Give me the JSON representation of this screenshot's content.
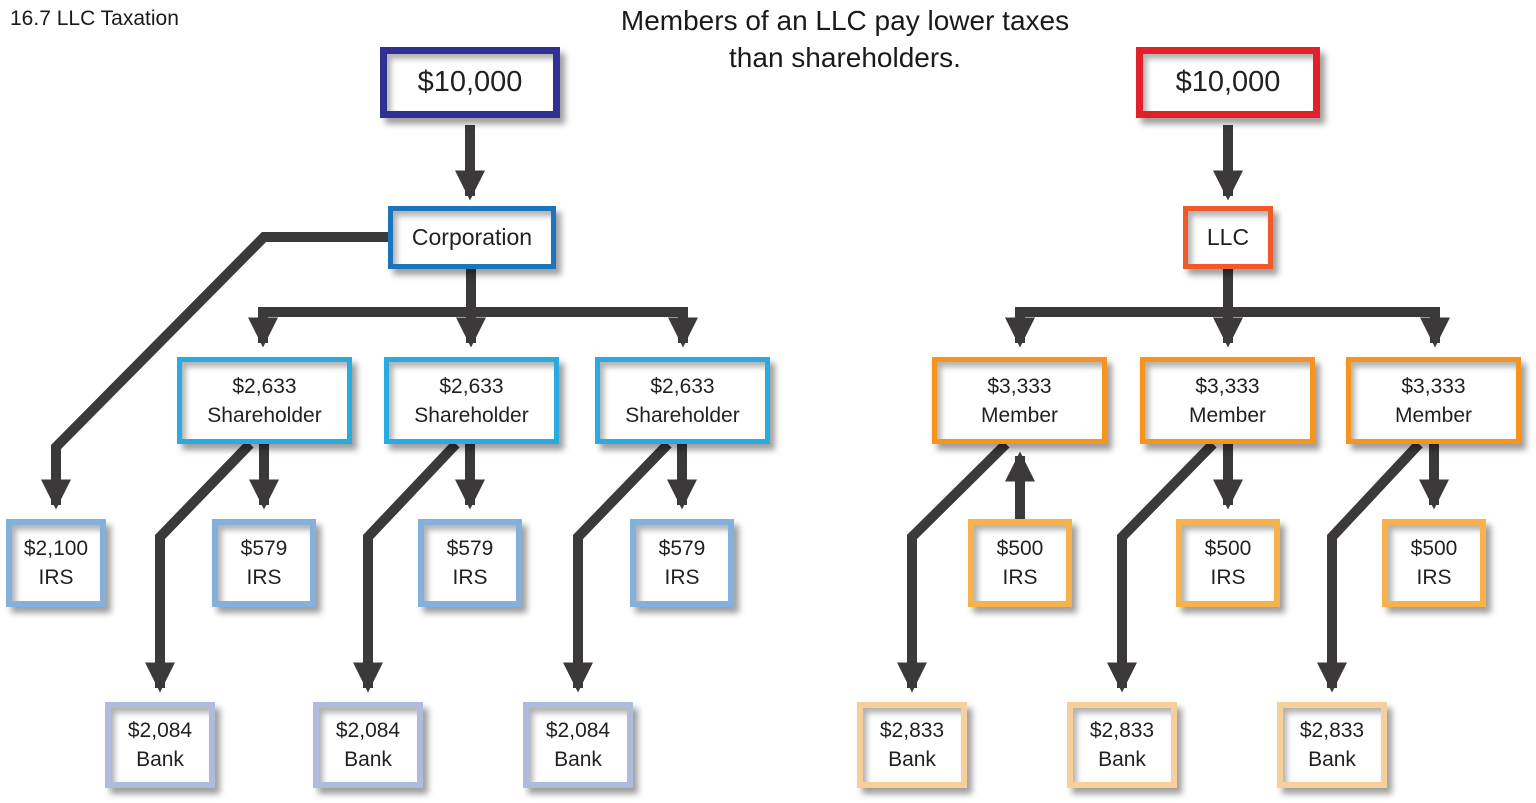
{
  "page": {
    "corner_label": "16.7 LLC Taxation",
    "heading": "Members of an LLC pay lower taxes than shareholders."
  },
  "colors": {
    "arrow": "#3b3939",
    "text": "#231f20",
    "navy": "#2e3192",
    "corp_blue": "#1b75bc",
    "shareholder_blue": "#29abe2",
    "irs_blue": "#82b1de",
    "bank_blue": "#aebbdc",
    "red": "#e1202a",
    "llc_orange": "#f05a2a",
    "member_orange": "#f7941e",
    "irs_amber": "#f8b24a",
    "bank_tan": "#f6cf9a"
  },
  "corporation_tree": {
    "source": {
      "value": "$10,000"
    },
    "entity": {
      "label": "Corporation"
    },
    "corporate_tax": {
      "value": "$2,100",
      "label": "IRS"
    },
    "shareholders": [
      {
        "value": "$2,633",
        "label": "Shareholder"
      },
      {
        "value": "$2,633",
        "label": "Shareholder"
      },
      {
        "value": "$2,633",
        "label": "Shareholder"
      }
    ],
    "irs_payments": [
      {
        "value": "$579",
        "label": "IRS"
      },
      {
        "value": "$579",
        "label": "IRS"
      },
      {
        "value": "$579",
        "label": "IRS"
      }
    ],
    "bank_deposits": [
      {
        "value": "$2,084",
        "label": "Bank"
      },
      {
        "value": "$2,084",
        "label": "Bank"
      },
      {
        "value": "$2,084",
        "label": "Bank"
      }
    ]
  },
  "llc_tree": {
    "source": {
      "value": "$10,000"
    },
    "entity": {
      "label": "LLC"
    },
    "members": [
      {
        "value": "$3,333",
        "label": "Member"
      },
      {
        "value": "$3,333",
        "label": "Member"
      },
      {
        "value": "$3,333",
        "label": "Member"
      }
    ],
    "irs_payments": [
      {
        "value": "$500",
        "label": "IRS"
      },
      {
        "value": "$500",
        "label": "IRS"
      },
      {
        "value": "$500",
        "label": "IRS"
      }
    ],
    "bank_deposits": [
      {
        "value": "$2,833",
        "label": "Bank"
      },
      {
        "value": "$2,833",
        "label": "Bank"
      },
      {
        "value": "$2,833",
        "label": "Bank"
      }
    ]
  }
}
